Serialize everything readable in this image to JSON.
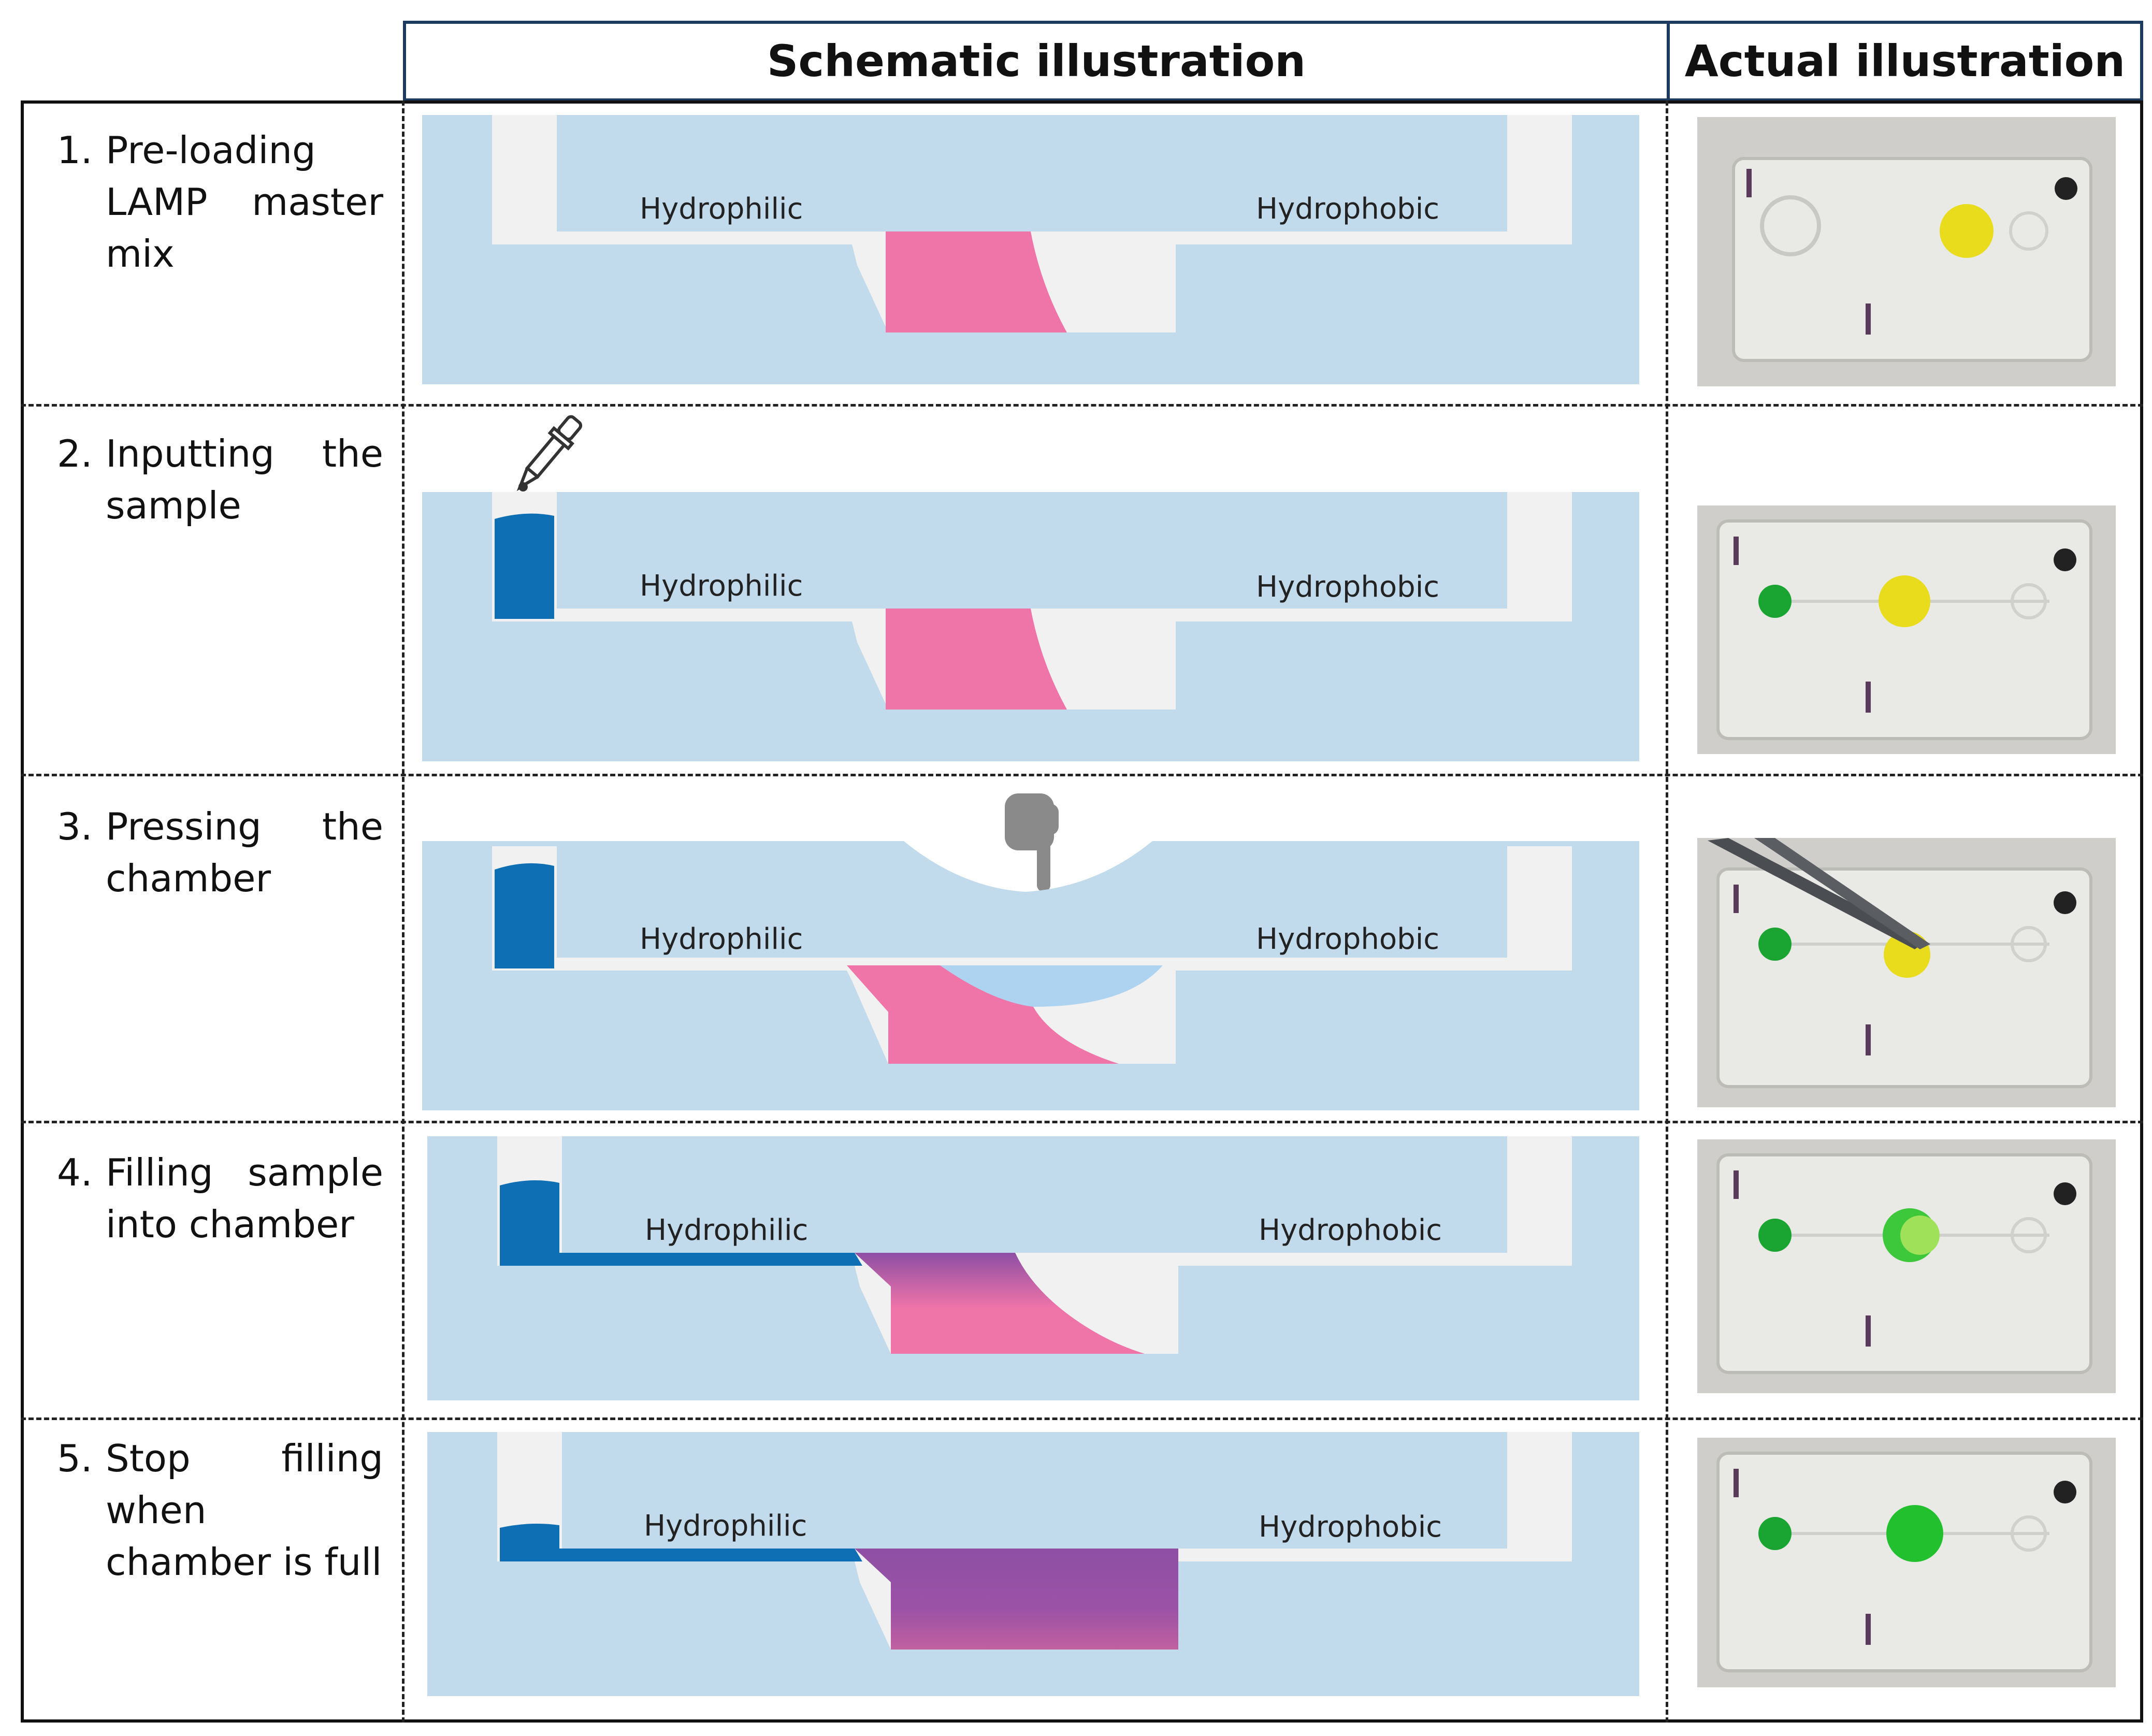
{
  "headers": {
    "schematic": "Schematic illustration",
    "actual": "Actual illustration"
  },
  "labels": {
    "hydrophilic": "Hydrophilic",
    "hydrophobic": "Hydrophobic"
  },
  "steps": [
    {
      "num": "1.",
      "text": "Pre-loading LAMP master mix"
    },
    {
      "num": "2.",
      "text": "Inputting the sample"
    },
    {
      "num": "3.",
      "text": "Pressing the chamber"
    },
    {
      "num": "4.",
      "text": "Filling sample into chamber"
    },
    {
      "num": "5.",
      "text": "Stop filling when chamber is full"
    }
  ],
  "icons": {
    "step2": "dropper-icon",
    "step3": "pointing-hand-icon",
    "step3_photo": "tweezers-icon"
  },
  "colors": {
    "device": "#c2dbec",
    "channel": "#f1f1f1",
    "sample": "#0f6fb5",
    "master_mix": "#ef74a8",
    "mixed": "#8e4fa4",
    "pressed_bubble": "#aed3f0",
    "yellow_drop": "#e8dc1d",
    "green_drop": "#1aa431",
    "border": "#1f3a5f"
  }
}
